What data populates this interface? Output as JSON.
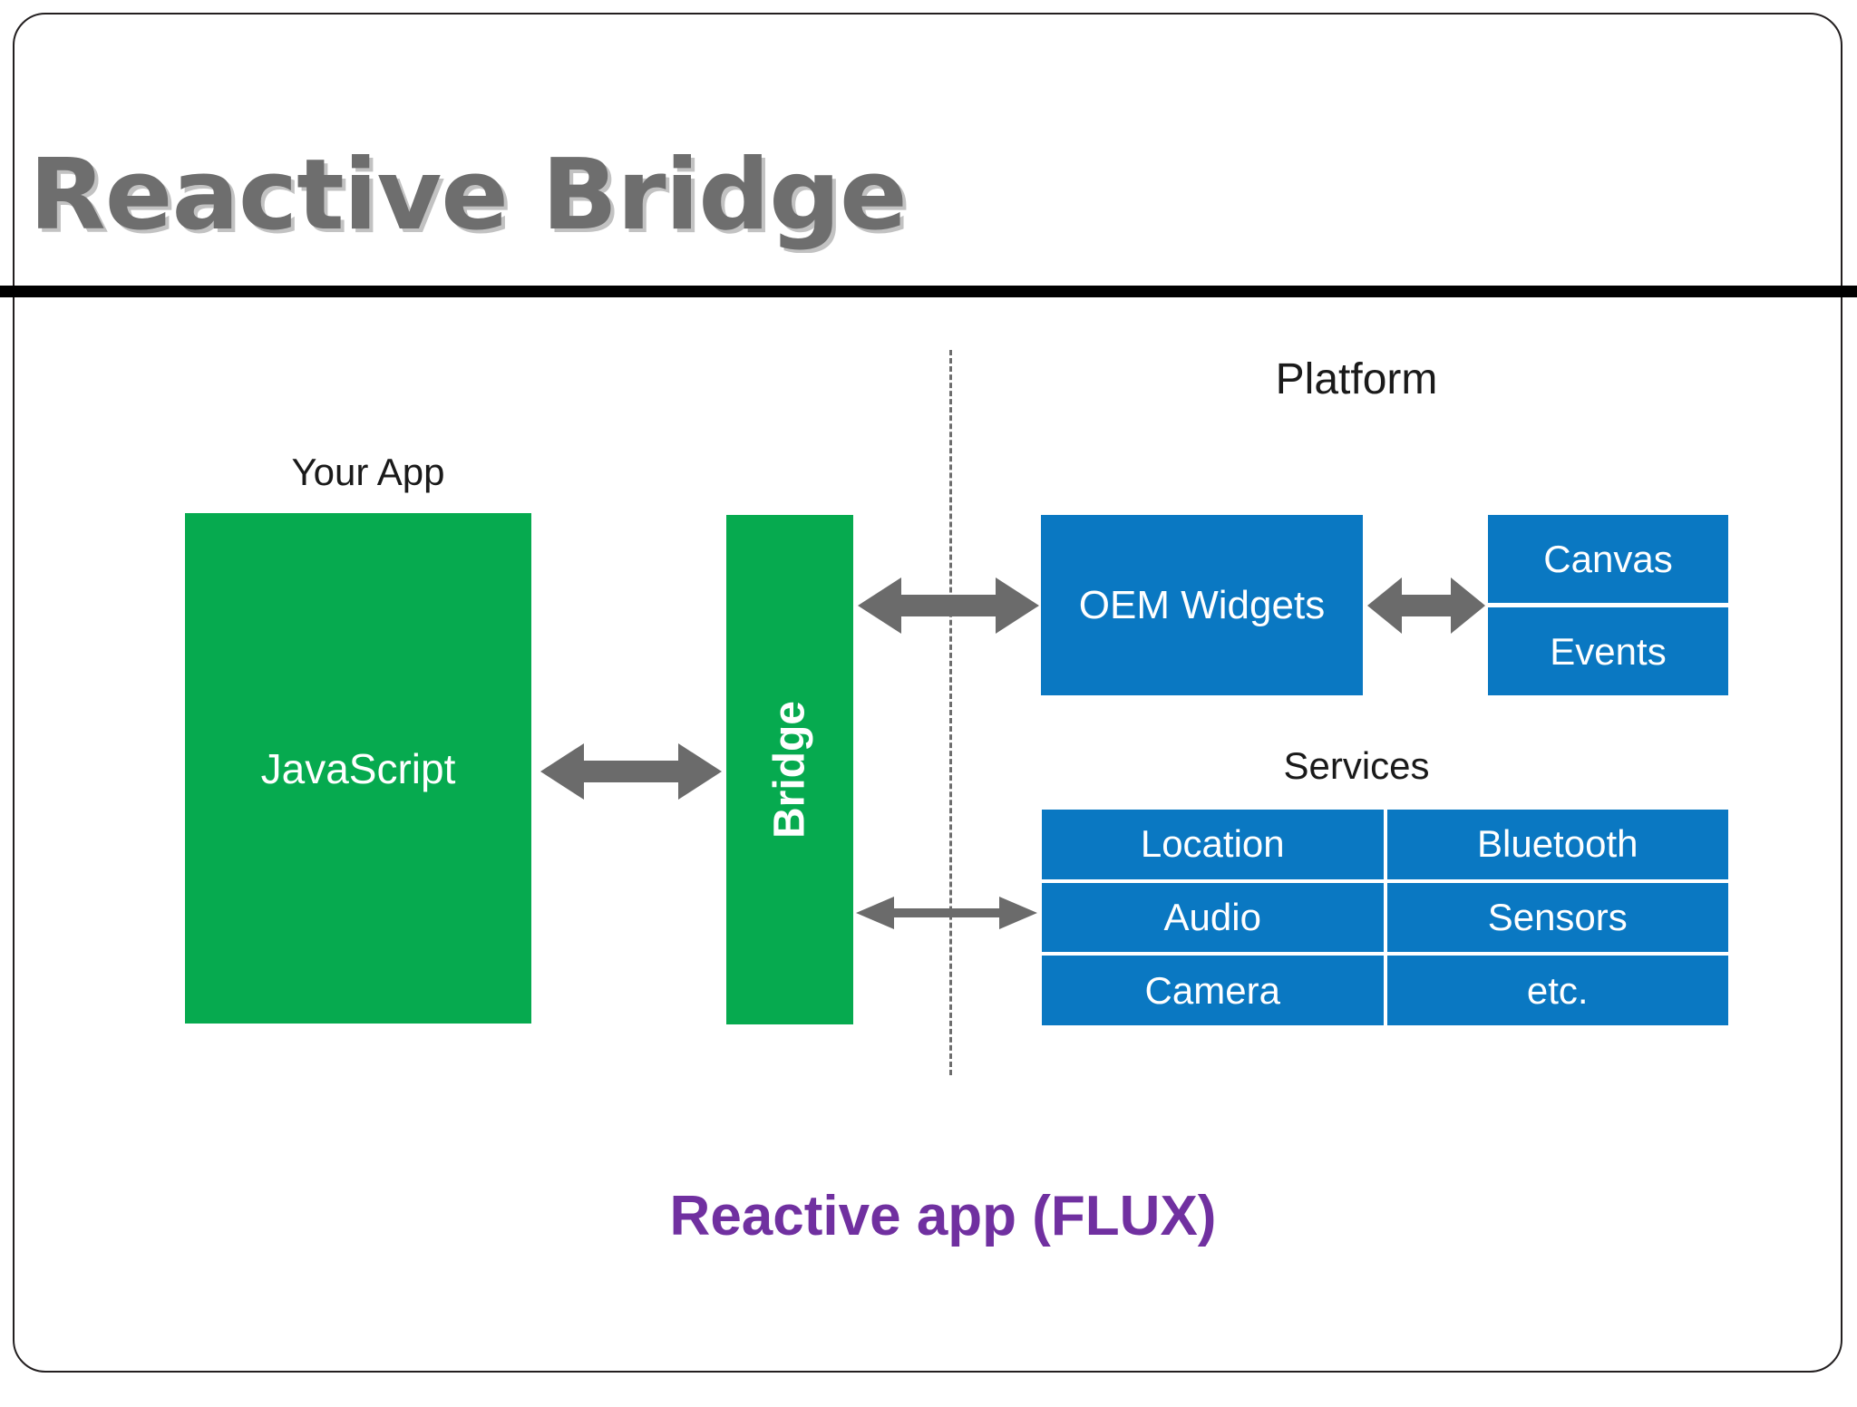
{
  "slide": {
    "title": "Reactive Bridge",
    "footer_caption": "Reactive app (FLUX)"
  },
  "colors": {
    "title_gray": "#6e6e6e",
    "rule_black": "#000000",
    "green": "#06aa4f",
    "blue": "#0a78c2",
    "arrow_gray": "#6b6b6b",
    "caption_purple": "#7030a0",
    "frame_border": "#231f20",
    "divider_dashed": "#6d6d6d"
  },
  "diagram": {
    "app_side": {
      "label": "Your App",
      "javascript_box": "JavaScript",
      "bridge_box": "Bridge"
    },
    "platform_side": {
      "label": "Platform",
      "oem_widgets_box": "OEM Widgets",
      "render_targets": [
        "Canvas",
        "Events"
      ],
      "services_label": "Services",
      "services": [
        [
          "Location",
          "Bluetooth"
        ],
        [
          "Audio",
          "Sensors"
        ],
        [
          "Camera",
          "etc."
        ]
      ]
    },
    "connectors": [
      {
        "name": "javascript-bridge",
        "kind": "double-headed-arrow"
      },
      {
        "name": "bridge-oem-widgets",
        "kind": "double-headed-arrow"
      },
      {
        "name": "oem-widgets-canvas-events",
        "kind": "double-headed-arrow"
      },
      {
        "name": "bridge-services",
        "kind": "double-headed-arrow-thin"
      }
    ]
  }
}
